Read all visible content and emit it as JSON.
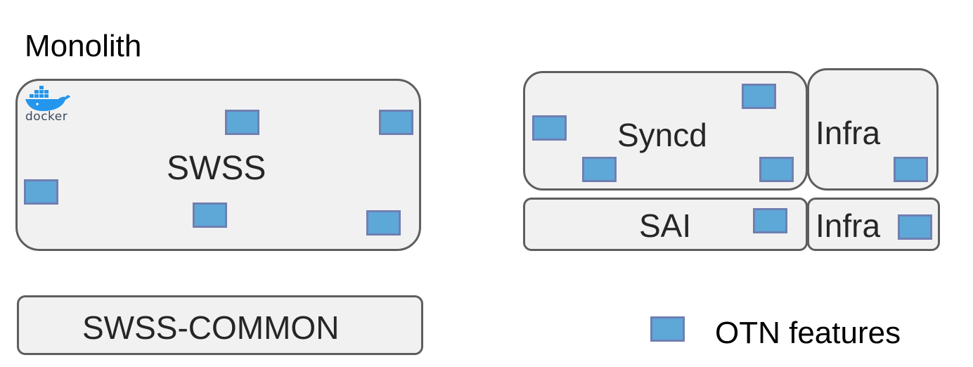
{
  "title": "Monolith",
  "boxes": {
    "swss": "SWSS",
    "swss_common": "SWSS-COMMON",
    "syncd": "Syncd",
    "infra_top": "Infra",
    "sai": "SAI",
    "infra_bottom": "Infra"
  },
  "docker_logo_text": "docker",
  "legend": {
    "label": "OTN features"
  },
  "colors": {
    "box_fill": "#f1f1f1",
    "box_border": "#5e5e5e",
    "feature_fill": "#5ea8d8",
    "feature_border": "#6f7fb2",
    "docker_blue": "#2496ed"
  }
}
